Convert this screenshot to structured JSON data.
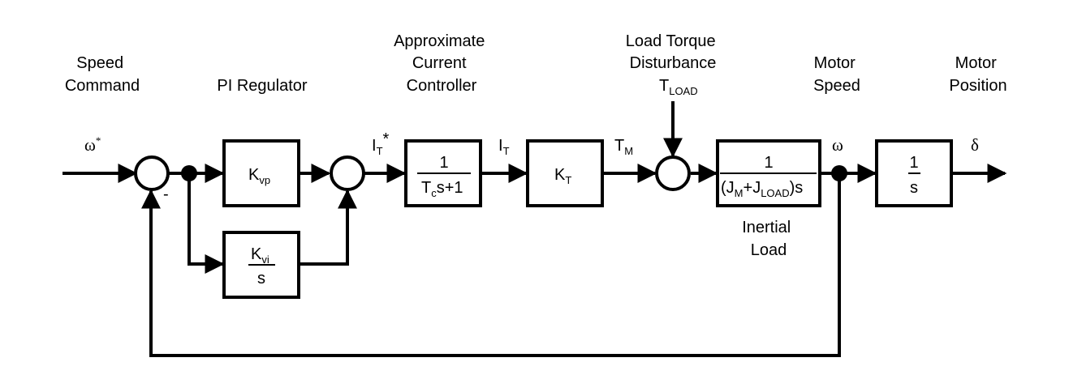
{
  "labels": {
    "speed_command": [
      "Speed",
      "Command"
    ],
    "pi_regulator": "PI Regulator",
    "current_controller": [
      "Approximate",
      "Current",
      "Controller"
    ],
    "load_torque": [
      "Load Torque",
      "Disturbance"
    ],
    "motor_speed": [
      "Motor",
      "Speed"
    ],
    "motor_position": [
      "Motor",
      "Position"
    ],
    "inertial_load": [
      "Inertial",
      "Load"
    ]
  },
  "signals": {
    "omega_star": {
      "base": "ω",
      "sup": "*"
    },
    "minus_sign": "-",
    "it_star": {
      "base": "I",
      "sub": "T",
      "sup": "*"
    },
    "it": {
      "base": "I",
      "sub": "T"
    },
    "tm": {
      "base": "T",
      "sub": "M"
    },
    "tload": {
      "base": "T",
      "sub": "LOAD"
    },
    "omega": "ω",
    "delta": "δ"
  },
  "blocks": {
    "kvp": {
      "base": "K",
      "sub": "vp"
    },
    "kvi": {
      "num_base": "K",
      "num_sub": "vi",
      "den": "s"
    },
    "current": {
      "num": "1",
      "den_a": "T",
      "den_sub": "c",
      "den_b": "s+1"
    },
    "kt": {
      "base": "K",
      "sub": "T"
    },
    "inertia": {
      "num": "1",
      "p1": "(J",
      "s1": "M",
      "p2": "+J",
      "s2": "LOAD",
      "p3": ")s"
    },
    "integrator": {
      "num": "1",
      "den": "s"
    }
  }
}
